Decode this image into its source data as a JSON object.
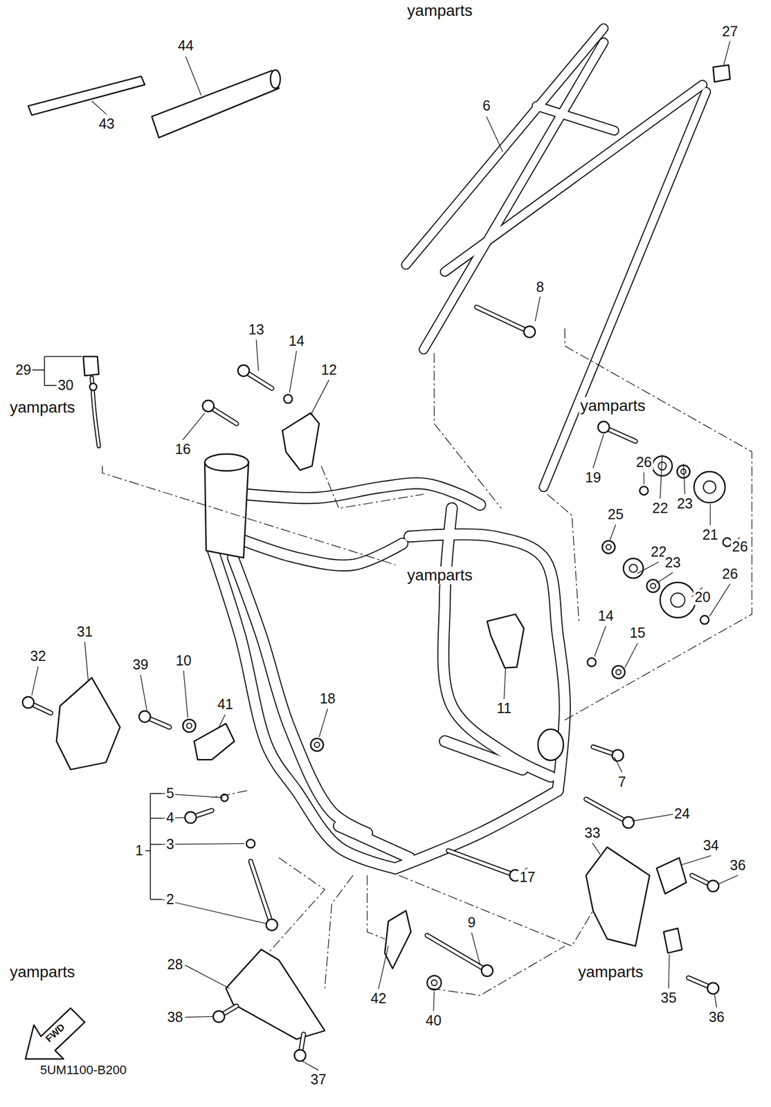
{
  "diagram": {
    "labels": [
      "yamparts",
      "44",
      "27",
      "6",
      "43",
      "8",
      "13",
      "14",
      "29",
      "12",
      "30",
      "yamparts",
      "yamparts",
      "16",
      "26",
      "19",
      "23",
      "22",
      "25",
      "21",
      "26",
      "22",
      "23",
      "26",
      "yamparts",
      "20",
      "14",
      "15",
      "31",
      "32",
      "10",
      "39",
      "18",
      "41",
      "11",
      "7",
      "5",
      "24",
      "4",
      "33",
      "3",
      "34",
      "1",
      "36",
      "17",
      "2",
      "9",
      "28",
      "yamparts",
      "yamparts",
      "42",
      "35",
      "38",
      "36",
      "40",
      "FWD",
      "5UM1100-B200",
      "37"
    ]
  }
}
